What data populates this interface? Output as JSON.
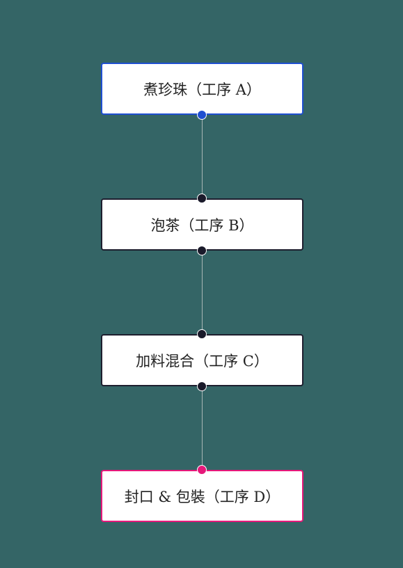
{
  "nodes": [
    {
      "label": "煮珍珠（工序 A）",
      "border_color": "#1f4fd1"
    },
    {
      "label": "泡茶（工序 B）",
      "border_color": "#1e1e2e"
    },
    {
      "label": "加料混合（工序 C）",
      "border_color": "#1e1e2e"
    },
    {
      "label": "封口 & 包裝（工序 D）",
      "border_color": "#e6187a"
    }
  ],
  "colors": {
    "background": "#346566",
    "edge": "#a8b6b6",
    "handle_default": "#1a1a2a",
    "handle_a_out": "#1f4fd1",
    "handle_d_in": "#e6187a"
  }
}
